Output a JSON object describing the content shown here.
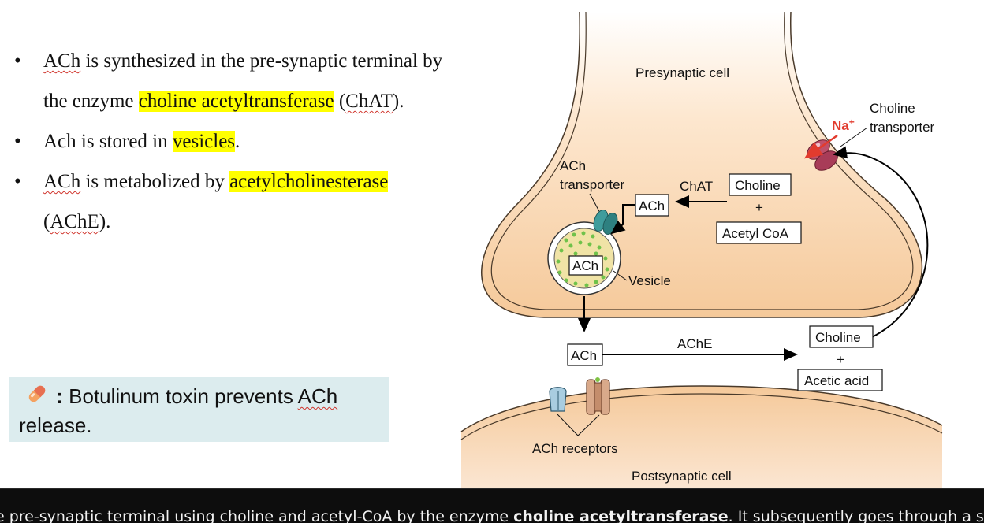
{
  "bullets": [
    {
      "seg": [
        "",
        "ACh",
        " is synthesized in the pre-synaptic terminal by the enzyme ",
        "choline acetyltransferase",
        " (",
        "ChAT",
        ")."
      ]
    },
    {
      "seg": [
        "Ach is stored in ",
        "vesicles",
        "."
      ]
    },
    {
      "seg": [
        "",
        "ACh",
        " is metabolized by ",
        "acetylcholinesterase",
        " (",
        "AChE",
        ")."
      ]
    }
  ],
  "bullet_symbol": "•",
  "note": {
    "icon": "pill-icon",
    "lead": ":",
    "text_a": "Botulinum toxin prevents ",
    "text_b": "ACh",
    "text_c": " release."
  },
  "diagram": {
    "presynaptic_label": "Presynaptic cell",
    "postsynaptic_label": "Postsynaptic cell",
    "choline_transporter_l1": "Choline",
    "choline_transporter_l2": "transporter",
    "na_label": "Na",
    "na_sup": "+",
    "ach_transporter_l1": "ACh",
    "ach_transporter_l2": "transporter",
    "chat_label": "ChAT",
    "choline_box": "Choline",
    "plus_1": "+",
    "acetyl_coa_box": "Acetyl CoA",
    "ach_box_synth": "ACh",
    "ach_box_vesicle": "ACh",
    "vesicle_label": "Vesicle",
    "ach_box_cleft": "ACh",
    "ache_label": "AChE",
    "choline_box_cleft": "Choline",
    "plus_2": "+",
    "acetic_acid_box": "Acetic acid",
    "ach_receptors_label": "ACh receptors"
  },
  "caption": {
    "a": "e pre-synaptic terminal using choline and acetyl-CoA by the enzyme ",
    "b": "choline acetyltransferase",
    "c": ". It subsequently goes through a s"
  },
  "colors": {
    "highlight": "#ffff00",
    "cell_fill": "#f5c99a",
    "na_red": "#e23b2e",
    "note_bg": "#dcecee"
  }
}
